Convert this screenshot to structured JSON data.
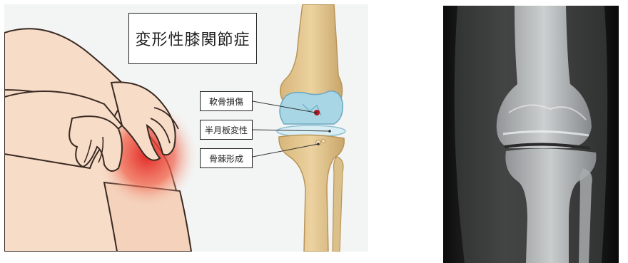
{
  "illustration": {
    "title": "変形性膝関節症",
    "labels": [
      {
        "text": "軟骨損傷"
      },
      {
        "text": "半月板変性"
      },
      {
        "text": "骨棘形成"
      }
    ]
  },
  "colors": {
    "skin": "#f7dcc8",
    "skin_outline": "#3a2a22",
    "inflammation": "#e8302a",
    "bone": "#e0c38c",
    "bone_dark": "#c9a66a",
    "cartilage": "#a9d6e5",
    "xray_bone": "#cfd3d4"
  }
}
